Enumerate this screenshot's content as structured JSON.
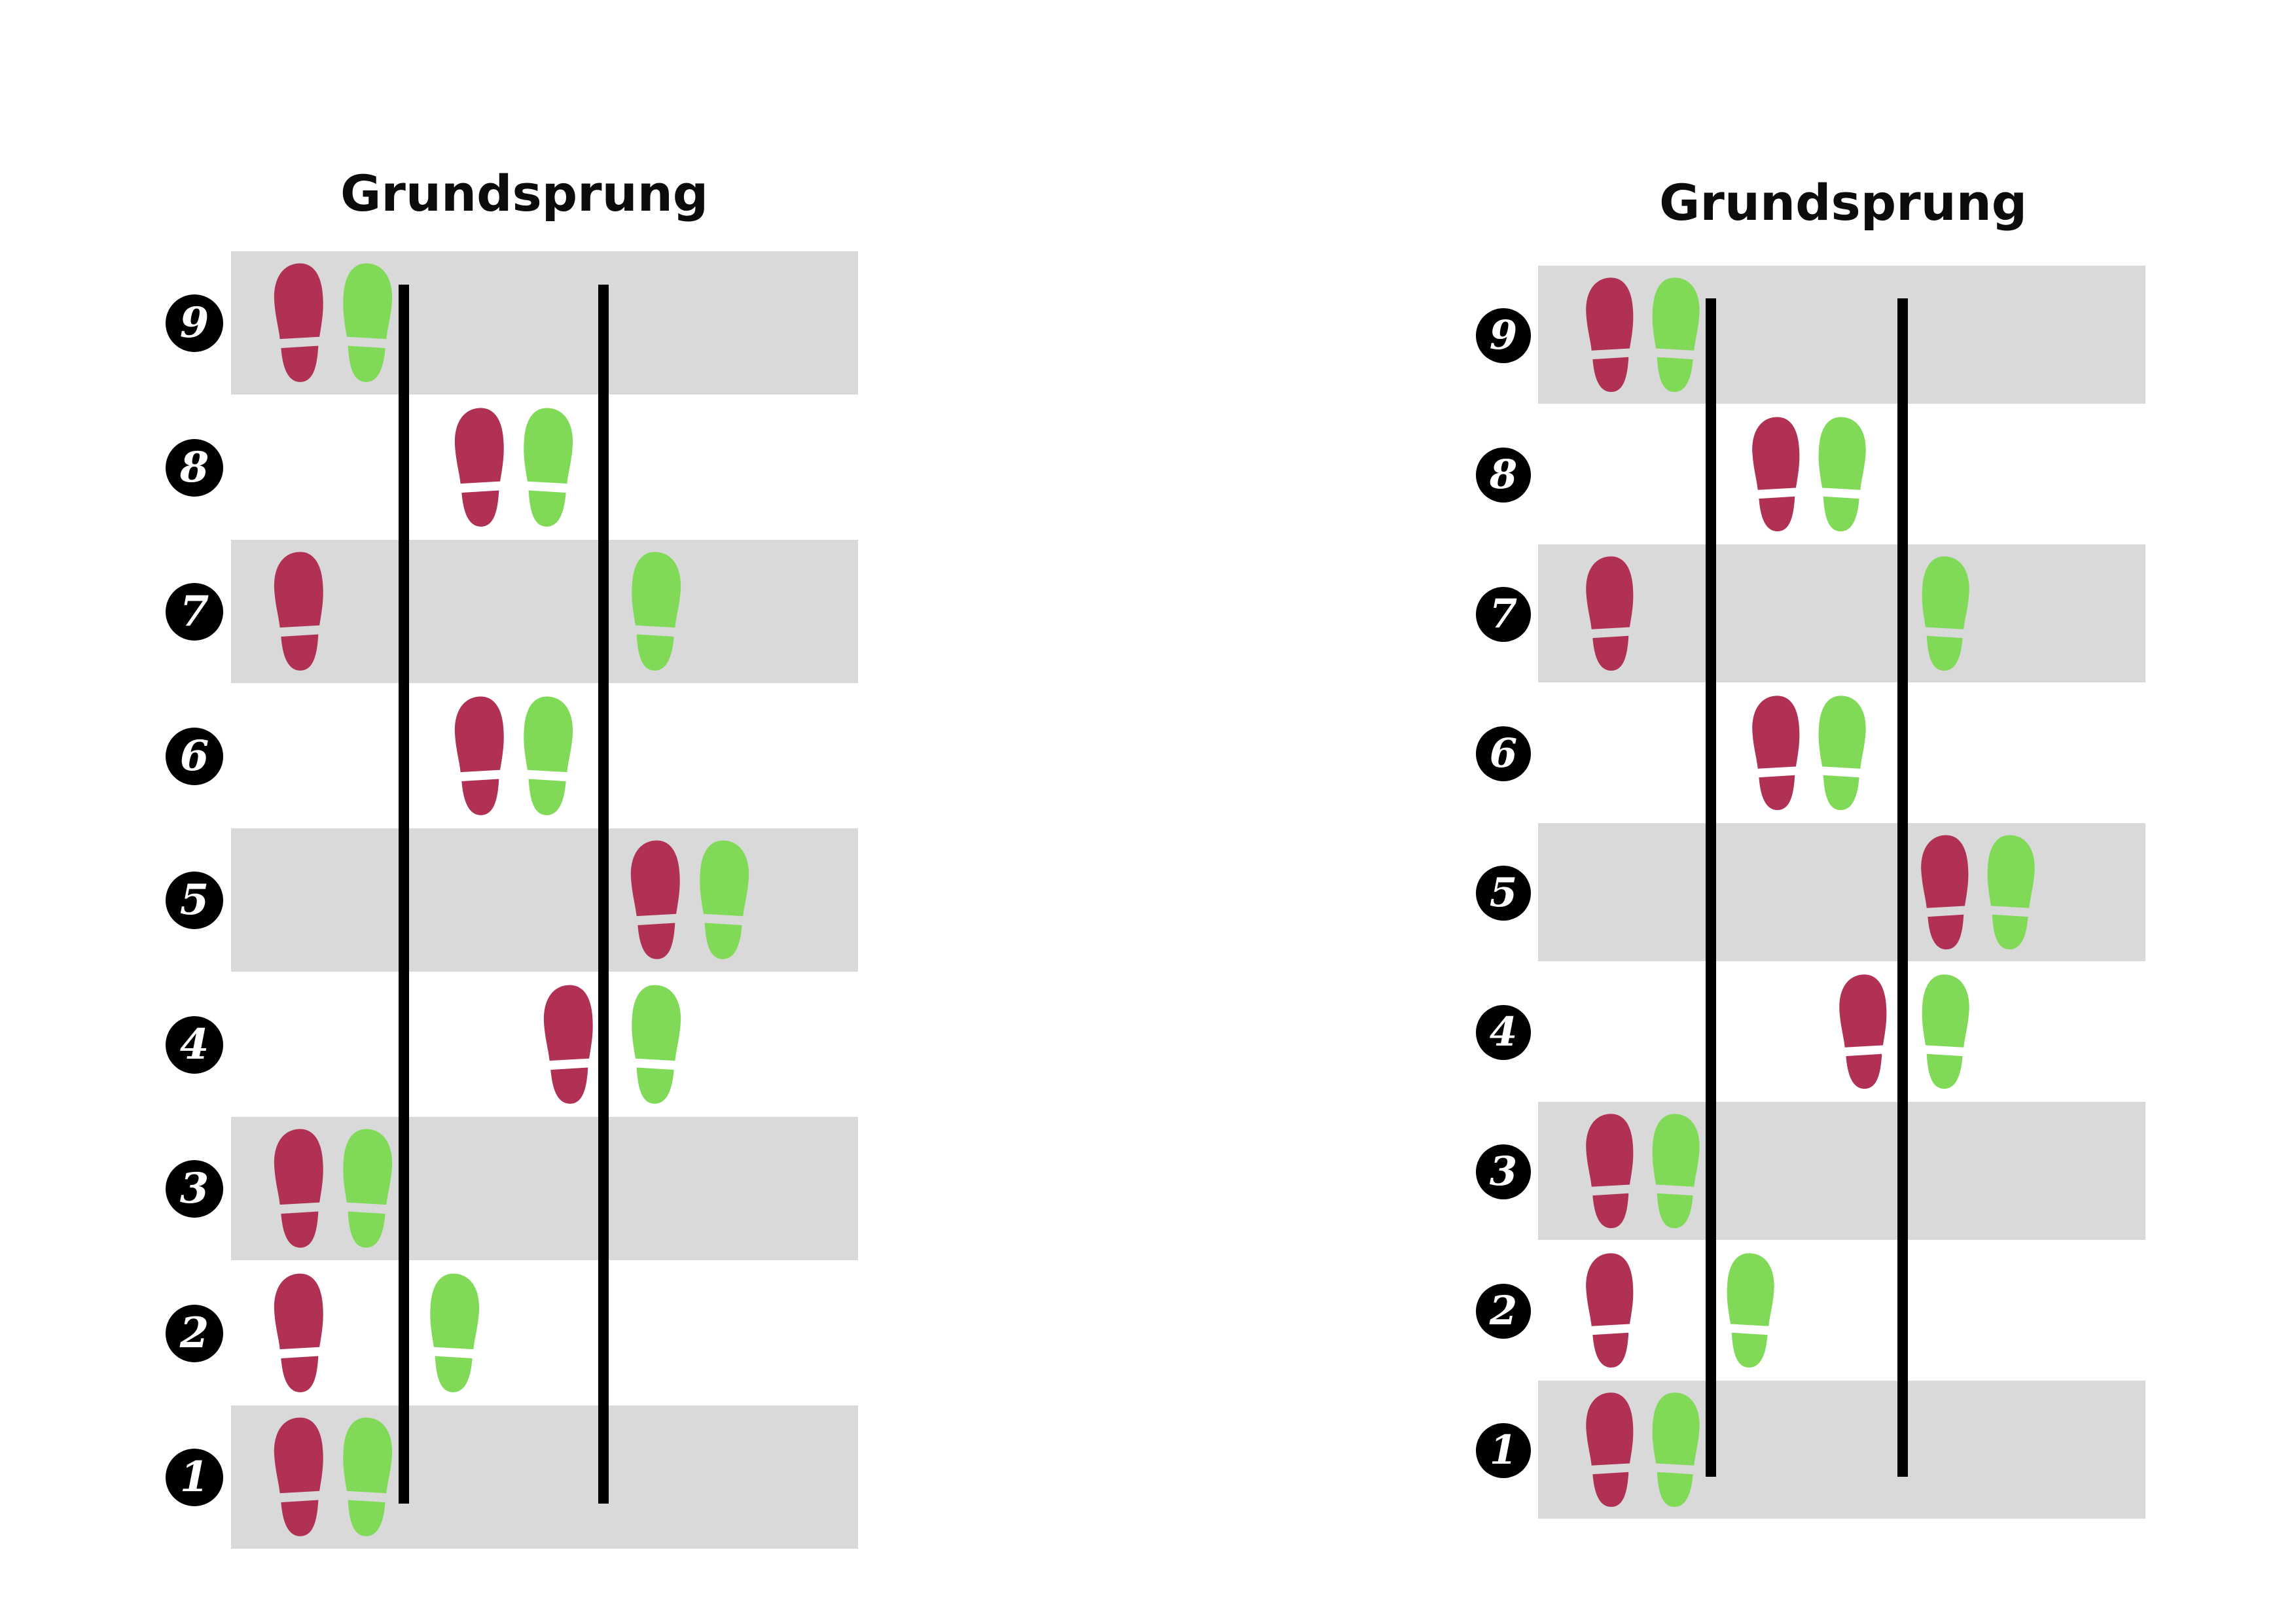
{
  "colors": {
    "left_foot": "#b03153",
    "right_foot": "#80da58",
    "stripe": "#d9d9d9",
    "rope": "#000000",
    "badge": "#000000"
  },
  "icons": {
    "left_foot": "left-footprint-icon",
    "right_foot": "right-footprint-icon",
    "step_badge": "step-number-badge"
  },
  "diagrams": [
    {
      "title": "Grundsprung",
      "steps": [
        {
          "number": "9",
          "left_foot": "outside-left",
          "right_foot": "outside-left"
        },
        {
          "number": "8",
          "left_foot": "between-ropes",
          "right_foot": "between-ropes"
        },
        {
          "number": "7",
          "left_foot": "outside-left",
          "right_foot": "outside-right"
        },
        {
          "number": "6",
          "left_foot": "between-ropes",
          "right_foot": "between-ropes"
        },
        {
          "number": "5",
          "left_foot": "outside-right",
          "right_foot": "outside-right"
        },
        {
          "number": "4",
          "left_foot": "between-ropes",
          "right_foot": "outside-right"
        },
        {
          "number": "3",
          "left_foot": "outside-left",
          "right_foot": "outside-left"
        },
        {
          "number": "2",
          "left_foot": "outside-left",
          "right_foot": "between-ropes"
        },
        {
          "number": "1",
          "left_foot": "outside-left",
          "right_foot": "outside-left"
        }
      ]
    },
    {
      "title": "Grundsprung",
      "steps": [
        {
          "number": "9",
          "left_foot": "outside-left",
          "right_foot": "outside-left"
        },
        {
          "number": "8",
          "left_foot": "between-ropes",
          "right_foot": "between-ropes"
        },
        {
          "number": "7",
          "left_foot": "outside-left",
          "right_foot": "outside-right"
        },
        {
          "number": "6",
          "left_foot": "between-ropes",
          "right_foot": "between-ropes"
        },
        {
          "number": "5",
          "left_foot": "outside-right",
          "right_foot": "outside-right"
        },
        {
          "number": "4",
          "left_foot": "between-ropes",
          "right_foot": "outside-right"
        },
        {
          "number": "3",
          "left_foot": "outside-left",
          "right_foot": "outside-left"
        },
        {
          "number": "2",
          "left_foot": "outside-left",
          "right_foot": "between-ropes"
        },
        {
          "number": "1",
          "left_foot": "outside-left",
          "right_foot": "outside-left"
        }
      ]
    }
  ]
}
